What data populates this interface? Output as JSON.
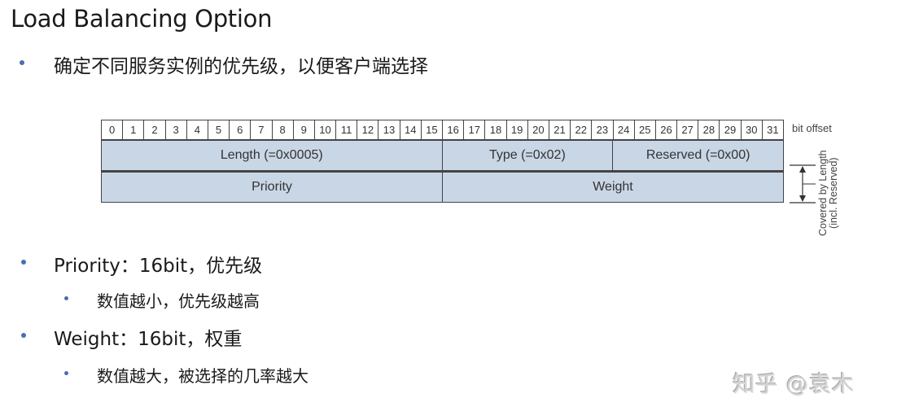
{
  "slide": {
    "title": "Load Balancing Option",
    "bullets": [
      {
        "level": 1,
        "text": "确定不同服务实例的优先级，以便客户端选择"
      },
      {
        "level": 1,
        "text": "Priority：16bit，优先级"
      },
      {
        "level": 2,
        "text": "数值越小，优先级越高"
      },
      {
        "level": 1,
        "text": "Weight：16bit，权重"
      },
      {
        "level": 2,
        "text": "数值越大，被选择的几率越大"
      }
    ],
    "bullet_color": "#4a6eb0"
  },
  "diagram": {
    "bit_offsets": [
      "0",
      "1",
      "2",
      "3",
      "4",
      "5",
      "6",
      "7",
      "8",
      "9",
      "10",
      "11",
      "12",
      "13",
      "14",
      "15",
      "16",
      "17",
      "18",
      "19",
      "20",
      "21",
      "22",
      "23",
      "24",
      "25",
      "26",
      "27",
      "28",
      "29",
      "30",
      "31"
    ],
    "bit_offset_label": "bit offset",
    "rows": [
      [
        {
          "label": "Length (=0x0005)",
          "bits": 16
        },
        {
          "label": "Type (=0x02)",
          "bits": 8
        },
        {
          "label": "Reserved (=0x00)",
          "bits": 8
        }
      ],
      [
        {
          "label": "Priority",
          "bits": 16
        },
        {
          "label": "Weight",
          "bits": 16
        }
      ]
    ],
    "side_label_line1": "Covered by Length",
    "side_label_line2": "(incl. Reserved)",
    "field_color": "#c9d6e6"
  },
  "watermark": "知乎 @袁木"
}
